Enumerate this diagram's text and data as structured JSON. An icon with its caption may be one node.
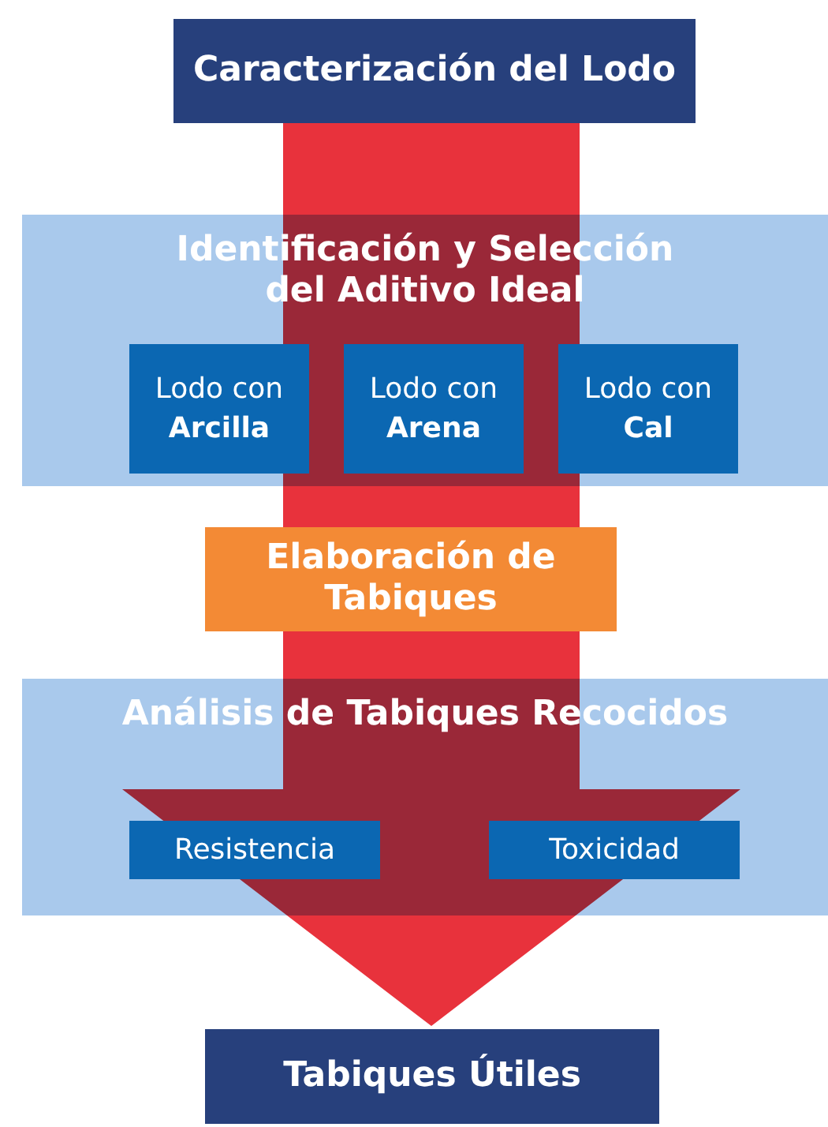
{
  "diagram": {
    "nodes": [
      {
        "text": [
          "Caracterización del Lodo"
        ]
      },
      {
        "text": [
          "Identificación y Selección del Aditivo Ideal"
        ]
      },
      {
        "text": [
          "Lodo con **Arcilla**"
        ],
        "in": 1
      },
      {
        "text": [
          "Lodo con **Arena**"
        ],
        "in": 1
      },
      {
        "text": [
          "Lodo con **Cal**"
        ],
        "in": 1
      },
      {
        "text": [
          "Elaboración de Tabiques"
        ]
      },
      {
        "text": [
          "Análisis de Tabiques Recocidos"
        ]
      },
      {
        "text": [
          "Resistencia"
        ],
        "in": 6
      },
      {
        "text": [
          "Toxicidad"
        ],
        "in": 6
      },
      {
        "text": [
          "Tabiques Útiles"
        ]
      }
    ],
    "edges": [
      {
        "from": 0,
        "to": 9,
        "arrow": "to",
        "style": "thick",
        "color": "#e8323c"
      }
    ]
  }
}
